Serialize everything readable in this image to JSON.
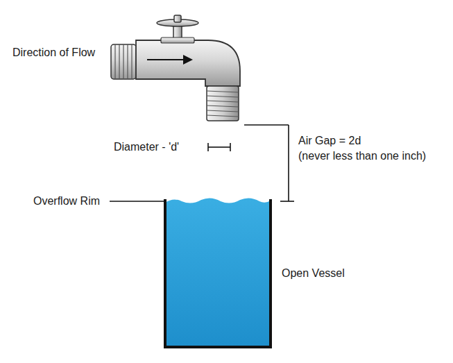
{
  "diagram": {
    "labels": [
      "Direction of Flow",
      "Diameter - 'd'",
      "Air Gap = 2d",
      "(never less than one inch)",
      "Overflow Rim",
      "Open Vessel"
    ]
  }
}
